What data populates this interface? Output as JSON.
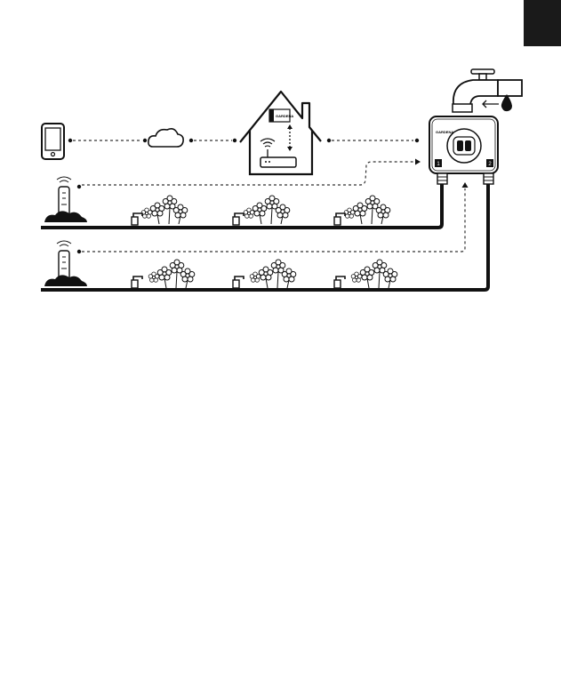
{
  "device": {
    "brand_label": "GARDENA",
    "valve_labels": [
      "1",
      "2"
    ]
  },
  "colors": {
    "ink": "#111111",
    "dots": "#333333",
    "page_tab": "#1a1a1a"
  },
  "icons": [
    "smartphone-icon",
    "cloud-icon",
    "house-icon",
    "gateway-router-icon",
    "faucet-icon",
    "water-drop-icon",
    "arrow-left-icon",
    "flower-icon",
    "sprinkler-icon",
    "soil-moisture-sensor-icon"
  ]
}
